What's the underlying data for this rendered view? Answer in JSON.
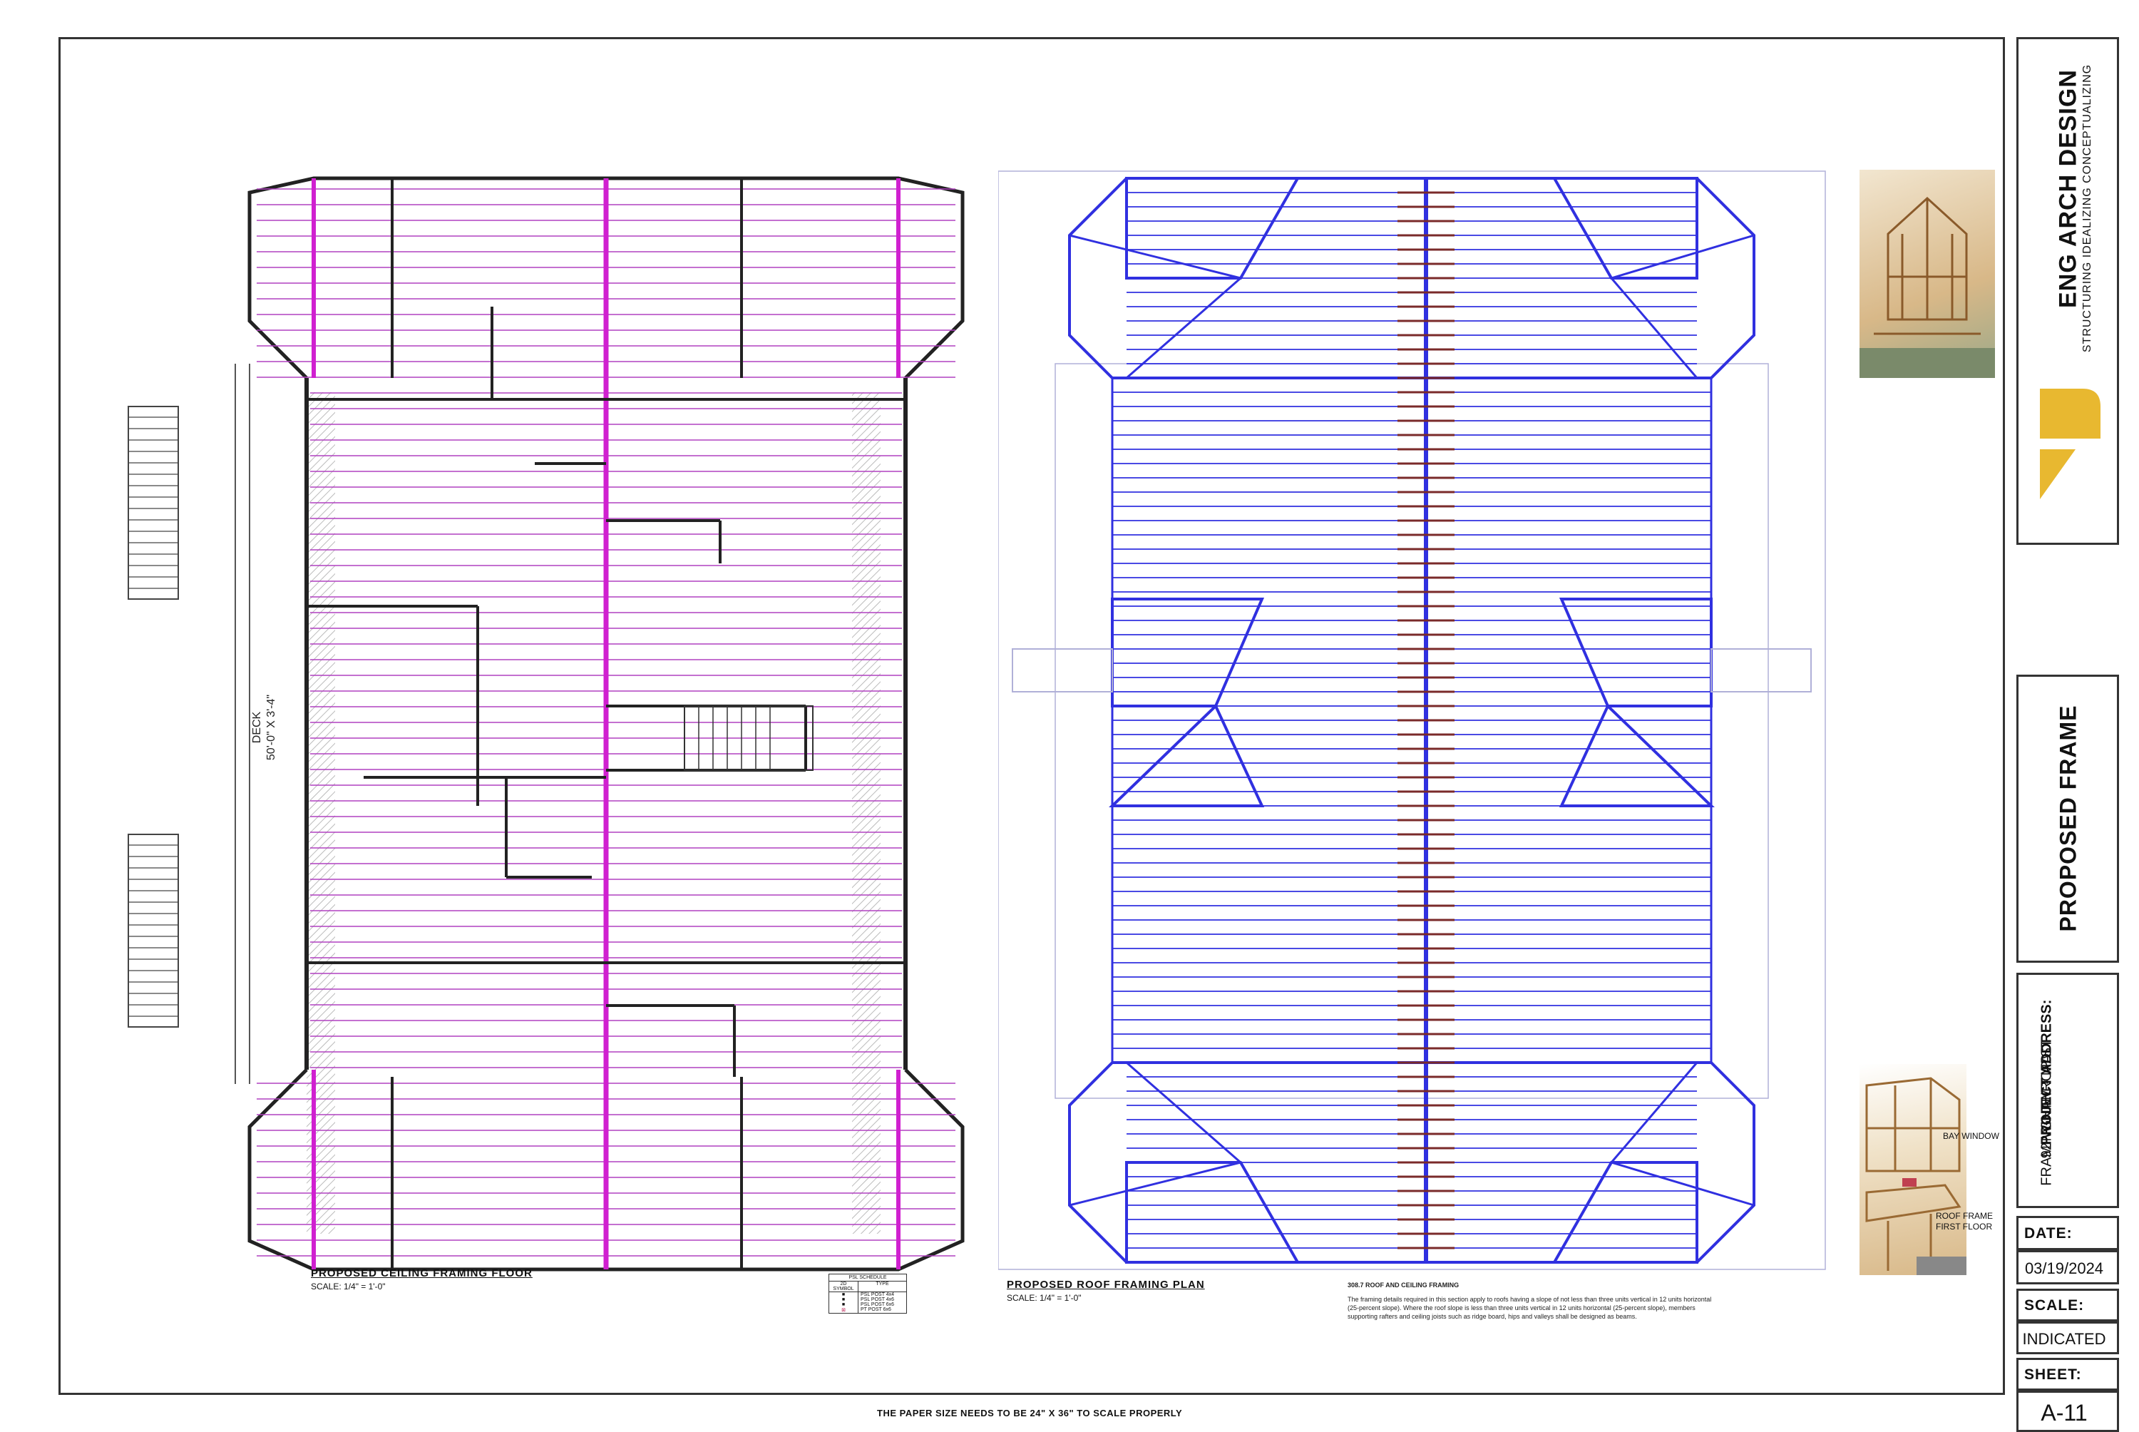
{
  "firm": {
    "name": "ENG ARCH DESIGN",
    "tagline": "STRUCTURING IDEALIZING CONCEPTUALIZING",
    "logo_color": "#e8b830"
  },
  "sheet": {
    "title": "PROPOSED FRAME",
    "project_label": "PROJECT ADDRESS:",
    "address_line1": "92 WINTHROP ST",
    "address_line2": "FRAMINGHAM - MA",
    "date_label": "DATE:",
    "date_value": "03/19/2024",
    "scale_label": "SCALE:",
    "scale_value": "INDICATED",
    "sheet_label": "SHEET:",
    "sheet_value": "A-11"
  },
  "plans": {
    "ceiling": {
      "title": "PROPOSED CEILING FRAMING FLOOR",
      "scale": "SCALE: 1/4\" = 1'-0\""
    },
    "roof": {
      "title": "PROPOSED ROOF FRAMING PLAN",
      "scale": "SCALE: 1/4\" = 1'-0\""
    }
  },
  "deck": {
    "label": "DECK",
    "dim": "50'-0\" X 3'-4\""
  },
  "psl_schedule": {
    "title": "PSL SCHEDULE",
    "col_symbol": "2D SYMBOL",
    "col_type": "TYPE",
    "rows": [
      "PSL POST 4x4",
      "PSL POST 4x6",
      "PSL POST 6x6",
      "PT POST 6x6"
    ]
  },
  "roof_note": {
    "title": "308.7 ROOF AND CEILING FRAMING",
    "text": "The framing details required in this section apply to roofs having a slope of not less than three units vertical in 12 units horizontal (25-percent slope). Where the roof slope is less than three units vertical in 12 units horizontal (25-percent slope), members supporting rafters and ceiling joists such as ridge board, hips and valleys shall be designed as beams."
  },
  "callouts": {
    "bay_window": "BAY WINDOW",
    "roof_frame_first_floor": "ROOF FRAME FIRST FLOOR"
  },
  "footer": {
    "paper_note": "THE PAPER SIZE NEEDS TO BE 24\" X 36\" TO SCALE PROPERLY"
  },
  "colors": {
    "joist": "#b040c0",
    "beam": "#d020d0",
    "rafter": "#3030e0",
    "ridge": "#7a2a2a",
    "wall": "#222222"
  }
}
